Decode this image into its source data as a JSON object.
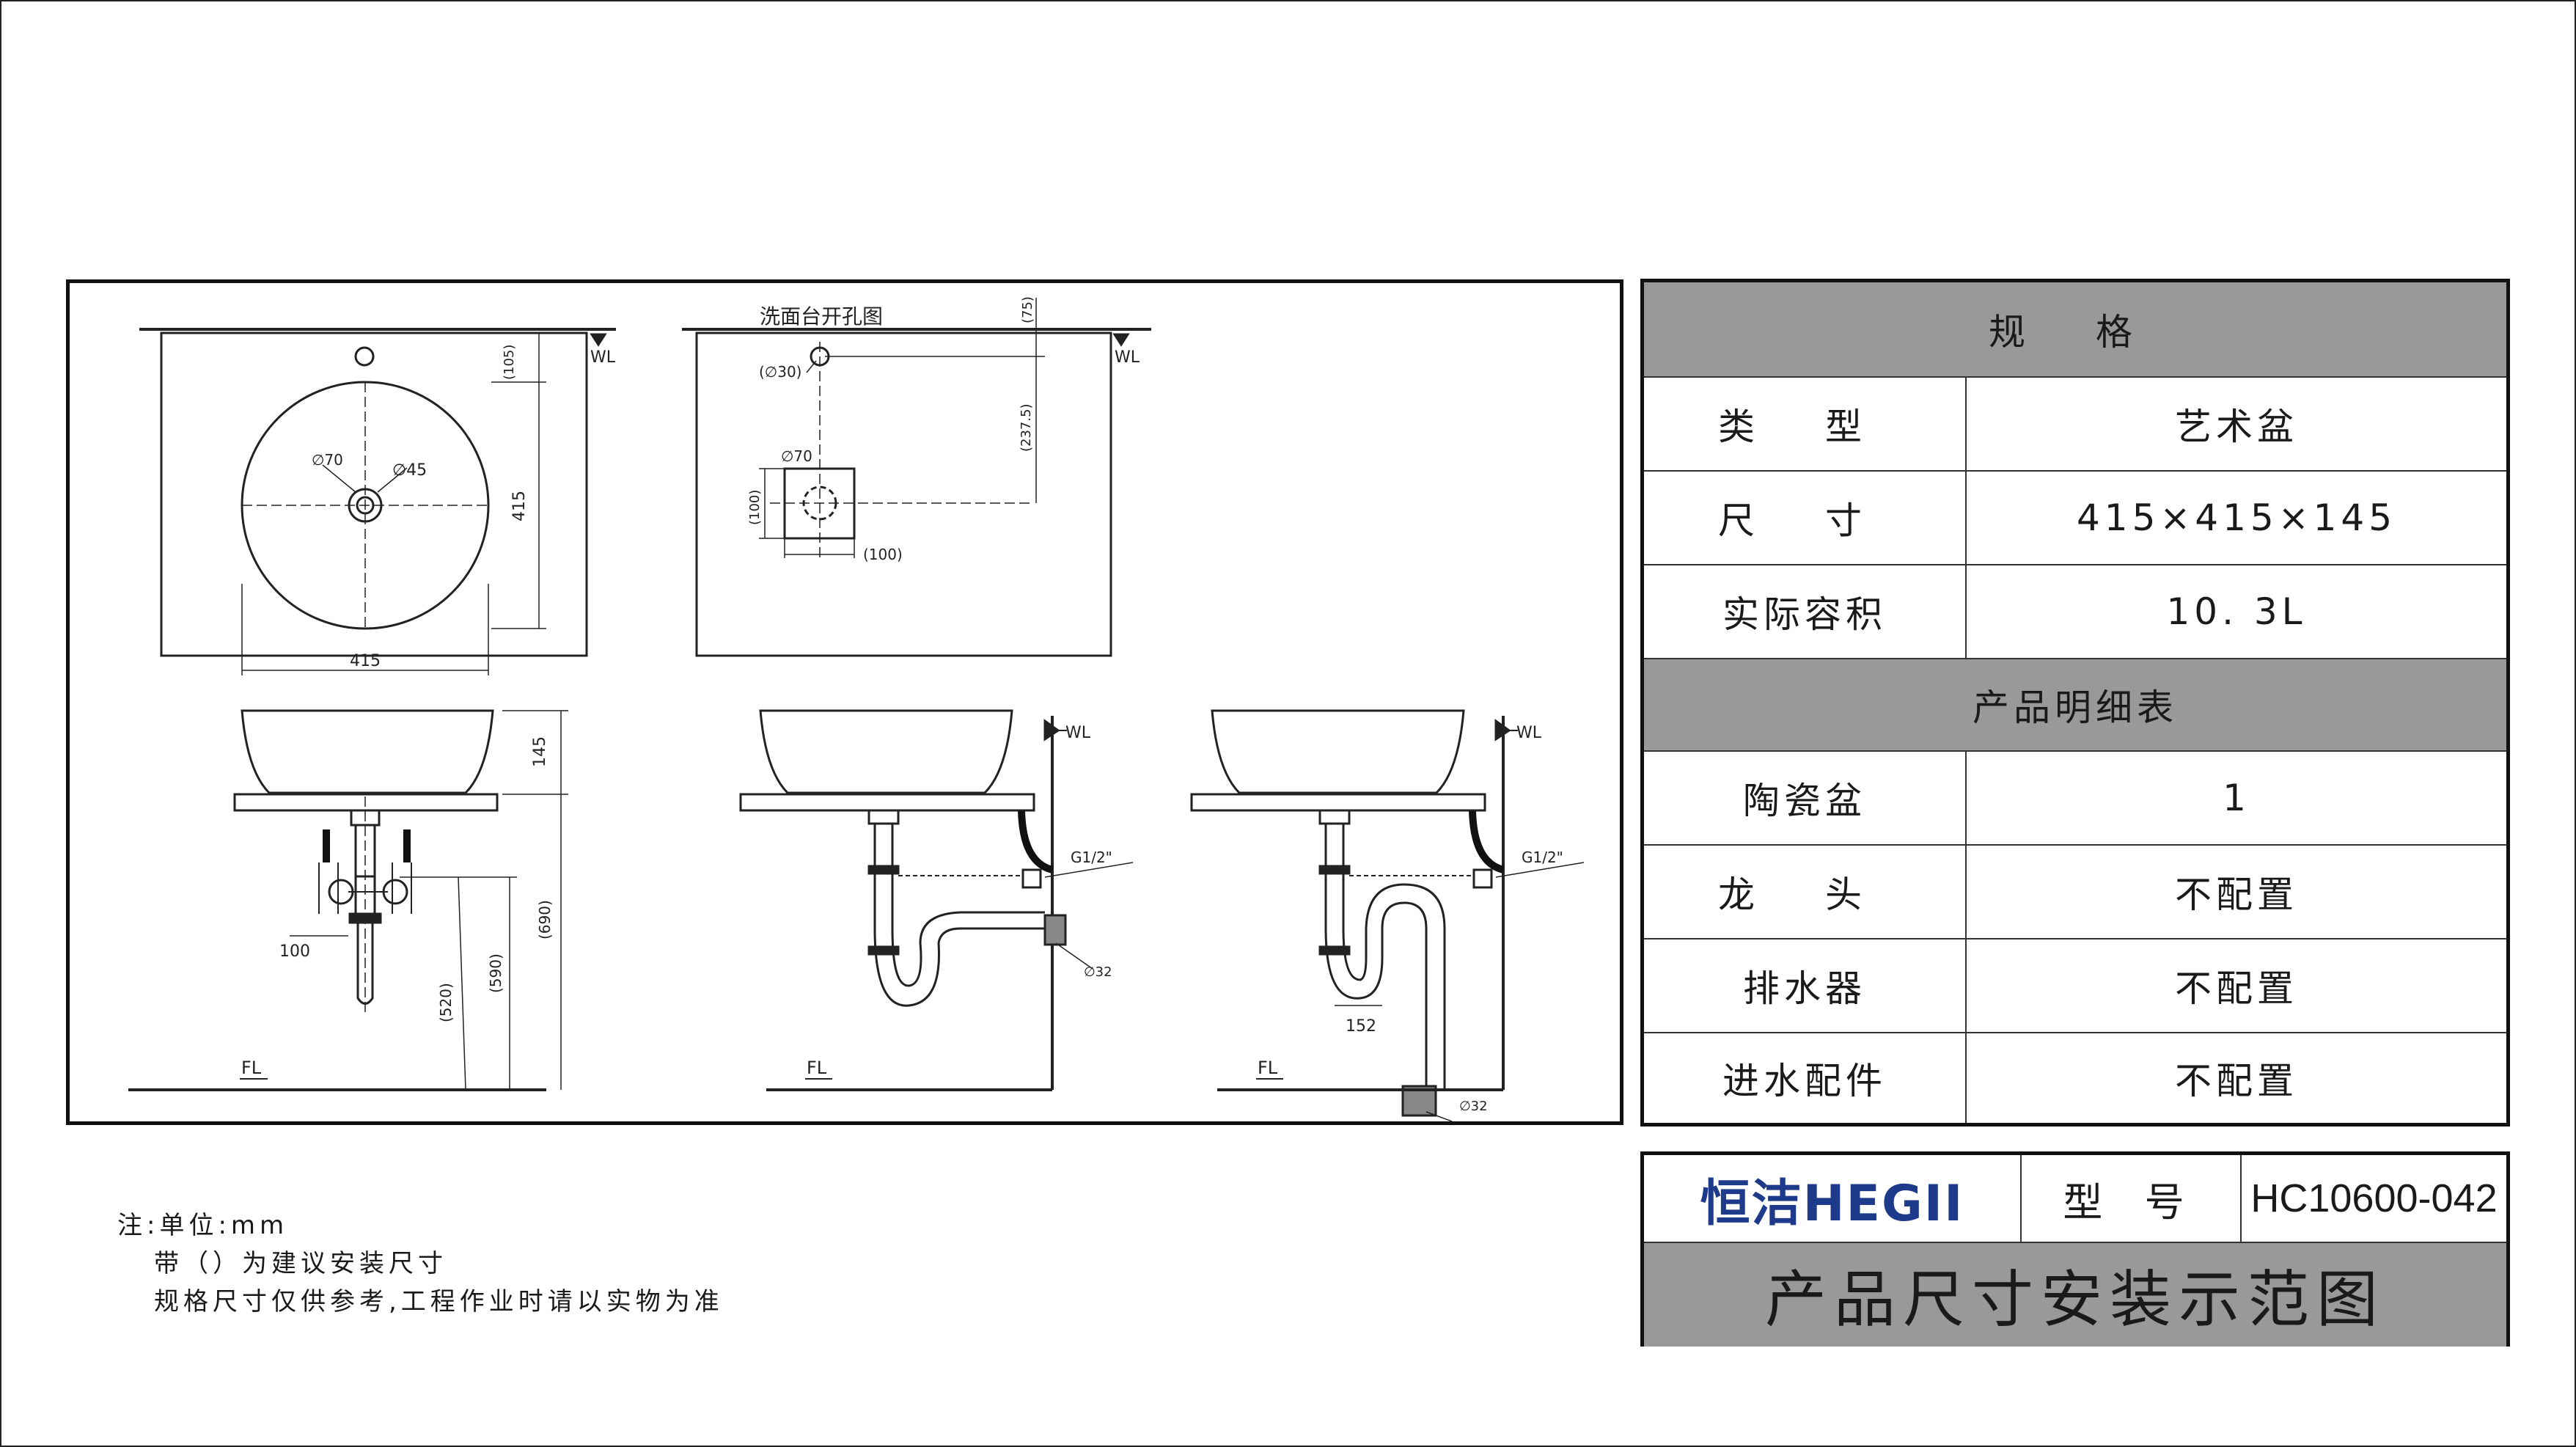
{
  "drawing": {
    "plan_top": {
      "dims": {
        "d70": "∅70",
        "d45": "∅45",
        "v105": "(105)",
        "v415": "415",
        "h415": "415"
      },
      "wl": "WL"
    },
    "cutout": {
      "title": "洗面台开孔图",
      "dims": {
        "v75": "(75)",
        "d30": "(∅30)",
        "v2375": "(237.5)",
        "d70": "∅70",
        "v100": "(100)",
        "h100": "(100)"
      },
      "wl": "WL"
    },
    "front": {
      "v145": "145",
      "v690": "(690)",
      "v590": "(590)",
      "v520": "(520)",
      "h100": "100",
      "fl": "FL"
    },
    "side1": {
      "wl": "WL",
      "g12": "G1/2\"",
      "d32": "∅32",
      "fl": "FL"
    },
    "side2": {
      "wl": "WL",
      "g12": "G1/2\"",
      "d32": "∅32",
      "h152": "152",
      "fl": "FL"
    }
  },
  "spec": {
    "title": "规 格",
    "rows": [
      {
        "label": "类 型",
        "value": "艺术盆"
      },
      {
        "label": "尺 寸",
        "value": "415×415×145"
      },
      {
        "label": "实际容积",
        "value": "10. 3L"
      }
    ],
    "detail_title": "产品明细表",
    "detail_rows": [
      {
        "label": "陶瓷盆",
        "value": "1"
      },
      {
        "label": "龙 头",
        "value": "不配置"
      },
      {
        "label": "排水器",
        "value": "不配置"
      },
      {
        "label": "进水配件",
        "value": "不配置"
      }
    ]
  },
  "title_block": {
    "brand": "恒洁HEGII",
    "model_label": "型 号",
    "model_value": "HC10600-042",
    "drawing_title": "产品尺寸安装示范图"
  },
  "notes": {
    "line1": "注:单位:mm",
    "line2": "带（）为建议安装尺寸",
    "line3": "规格尺寸仅供参考,工程作业时请以实物为准"
  }
}
